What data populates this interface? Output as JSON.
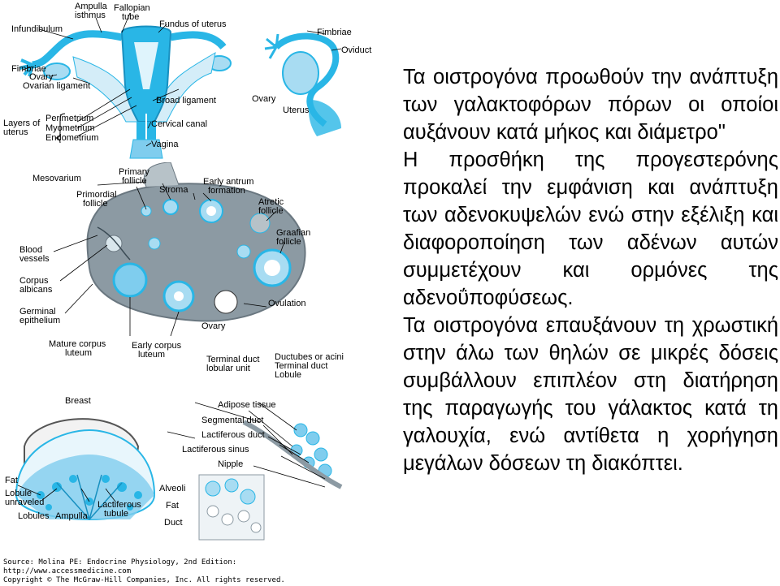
{
  "panels": {
    "uterus": {
      "labels": {
        "ampulla": "Ampulla",
        "isthmus": "isthmus",
        "fallopian": "Fallopian",
        "tube": "tube",
        "fundus": "Fundus of uterus",
        "infundibulum": "Infundibulum",
        "fimbriae": "Fimbriae",
        "ovary": "Ovary",
        "ovarian_ligament": "Ovarian ligament",
        "broad_ligament": "Broad ligament",
        "layers_1": "Layers of",
        "layers_2": "uterus",
        "perimetrium": "Perimetrium",
        "myometrium": "Myometrium",
        "endometrium": "Endometrium",
        "cervical_canal": "Cervical canal",
        "vagina": "Vagina"
      }
    },
    "oviduct": {
      "labels": {
        "fimbriae": "Fimbriae",
        "oviduct": "Oviduct",
        "ovary": "Ovary",
        "uterus": "Uterus"
      }
    },
    "ovary": {
      "labels": {
        "mesovarium": "Mesovarium",
        "primary_1": "Primary",
        "primary_2": "follicle",
        "primordial_1": "Primordial",
        "primordial_2": "follicle",
        "stroma": "Stroma",
        "early_antrum_1": "Early antrum",
        "early_antrum_2": "formation",
        "atretic_1": "Atretic",
        "atretic_2": "follicle",
        "graafian_1": "Graafian",
        "graafian_2": "follicle",
        "blood_1": "Blood",
        "blood_2": "vessels",
        "corpus_albicans_1": "Corpus",
        "corpus_albicans_2": "albicans",
        "germinal_1": "Germinal",
        "germinal_2": "epithelium",
        "ovulation": "Ovulation",
        "ovary": "Ovary",
        "mature_corpus_1": "Mature corpus",
        "mature_corpus_2": "luteum",
        "early_corpus_1": "Early corpus",
        "early_corpus_2": "luteum"
      }
    },
    "breast": {
      "labels": {
        "breast": "Breast",
        "terminal_duct_1": "Terminal duct",
        "terminal_duct_2": "lobular unit",
        "ductubes": "Ductubes or acini",
        "terminal_duct_b": "Terminal duct",
        "lobule": "Lobule",
        "adipose": "Adipose tissue",
        "segmental": "Segmental duct",
        "lactiferous_duct": "Lactiferous duct",
        "lactiferous_sinus": "Lactiferous sinus",
        "nipple": "Nipple",
        "fat": "Fat",
        "lobule_unraveled_1": "Lobule",
        "lobule_unraveled_2": "unraveled",
        "lactiferous_tubule_1": "Lactiferous",
        "lactiferous_tubule_2": "tubule",
        "lobules": "Lobules",
        "ampulla": "Ampulla",
        "alveoli": "Alveoli",
        "fat2": "Fat",
        "duct": "Duct"
      }
    }
  },
  "text_paragraphs": [
    "Τα οιστρογόνα προωθούν την ανάπτυξη των γαλακτοφόρων πόρων οι οποίοι αυξάνουν κατά μήκος και διάμετρο\"",
    "Η προσθήκη της προγεστερόνης προκαλεί την εμφάνιση και ανάπτυξη των αδενοκυψελών ενώ στην εξέλιξη και διαφοροποίηση των αδένων αυτών συμμετέχουν και ορμόνες της αδενοΰποφύσεως.",
    "Τα οιστρογόνα επαυξάνουν τη χρωστική στην άλω των θηλών σε μικρές δόσεις συμβάλλουν επιπλέον στη διατήρηση της παραγωγής του γάλακτος κατά τη γαλουχία, ενώ αντίθετα η χορήγηση μεγάλων δόσεων τη διακόπτει."
  ],
  "source": {
    "line1": "Source: Molina PE: Endocrine Physiology, 2nd Edition:",
    "line2": "http://www.accessmedicine.com",
    "line3": "Copyright © The McGraw-Hill Companies, Inc. All rights reserved."
  },
  "colors": {
    "accent": "#29b6e6",
    "light_blue": "#a8dcf2",
    "grey_tissue": "#8c9aa3",
    "text": "#000000"
  }
}
